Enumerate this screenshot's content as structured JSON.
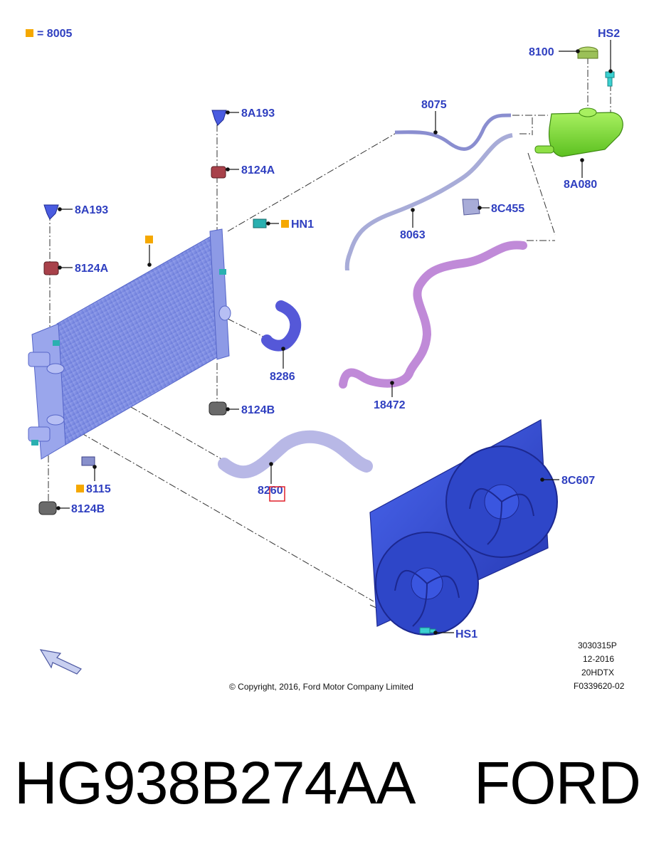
{
  "legend": {
    "marker_color": "#f5a800",
    "text": "= 8005"
  },
  "callouts": {
    "hs2": "HS2",
    "p8100": "8100",
    "p8075": "8075",
    "p8a193_top": "8A193",
    "p8124a_top": "8124A",
    "p8a080": "8A080",
    "p8c455": "8C455",
    "p8a193_left": "8A193",
    "hn1": "HN1",
    "p8063": "8063",
    "p8124a_left": "8124A",
    "p8286": "8286",
    "p18472": "18472",
    "p8124b_mid": "8124B",
    "p8c607": "8C607",
    "p8115": "8115",
    "p8260": "8260",
    "p8124b_left": "8124B",
    "hs1": "HS1"
  },
  "meta": {
    "code": "3030315P",
    "date": "12-2016",
    "model": "20HDTX",
    "ref": "F0339620-02",
    "copyright": "© Copyright, 2016, Ford Motor Company Limited"
  },
  "footer": {
    "part_number": "HG938B274AA",
    "brand": "FORD"
  },
  "colors": {
    "label": "#2f3fc0",
    "radiator": "#7f8fe0",
    "fan_shroud": "#3350d8",
    "reservoir": "#7fe030",
    "hose_purple": "#c08ad8",
    "hose_lavender": "#b0b0e0",
    "highlight": "#e0202a"
  }
}
